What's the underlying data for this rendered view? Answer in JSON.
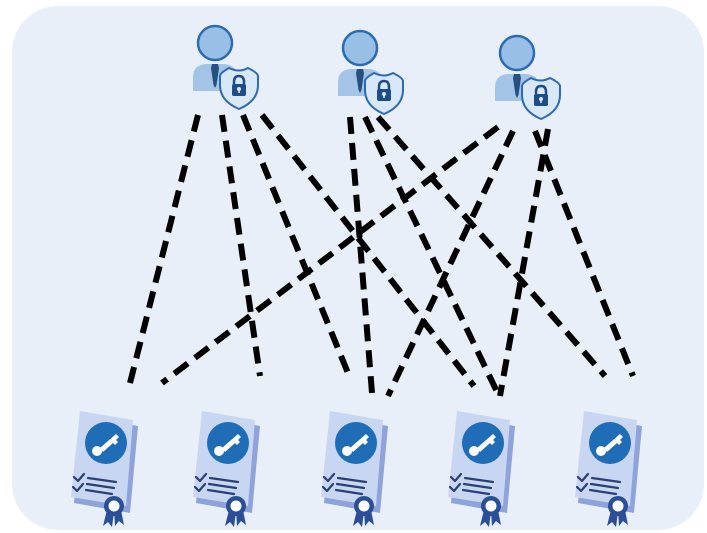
{
  "colors": {
    "panel_background": "#e9eff9",
    "connector": "#000000",
    "user_head": "#98c0e6",
    "user_head_outline": "#2c6bb3",
    "user_body": "#a3c4e6",
    "user_tie": "#25507f",
    "shield_fill": "#d9e8f7",
    "shield_outline": "#2c6bb3",
    "lock": "#1e4c86",
    "document_back": "#8ea3da",
    "document_front": "#c9d6f2",
    "key_badge": "#1f6db6",
    "key": "#ffffff",
    "checkmark_lines": "#2a3f73",
    "seal": "#2a4f96"
  },
  "icons": {
    "user": "user-with-shield-lock-icon",
    "certificate": "certificate-key-document-icon"
  },
  "users": [
    {
      "id": "user-1",
      "icon": "user-with-shield-lock-icon"
    },
    {
      "id": "user-2",
      "icon": "user-with-shield-lock-icon"
    },
    {
      "id": "user-3",
      "icon": "user-with-shield-lock-icon"
    }
  ],
  "certificates": [
    {
      "id": "certificate-1",
      "icon": "certificate-key-document-icon"
    },
    {
      "id": "certificate-2",
      "icon": "certificate-key-document-icon"
    },
    {
      "id": "certificate-3",
      "icon": "certificate-key-document-icon"
    },
    {
      "id": "certificate-4",
      "icon": "certificate-key-document-icon"
    },
    {
      "id": "certificate-5",
      "icon": "certificate-key-document-icon"
    }
  ],
  "connections": [
    {
      "from": "user-1",
      "to": "certificate-1"
    },
    {
      "from": "user-1",
      "to": "certificate-2"
    },
    {
      "from": "user-1",
      "to": "certificate-3"
    },
    {
      "from": "user-1",
      "to": "certificate-4"
    },
    {
      "from": "user-2",
      "to": "certificate-3"
    },
    {
      "from": "user-2",
      "to": "certificate-4"
    },
    {
      "from": "user-2",
      "to": "certificate-5"
    },
    {
      "from": "user-3",
      "to": "certificate-1"
    },
    {
      "from": "user-3",
      "to": "certificate-3"
    },
    {
      "from": "user-3",
      "to": "certificate-4"
    },
    {
      "from": "user-3",
      "to": "certificate-5"
    }
  ]
}
